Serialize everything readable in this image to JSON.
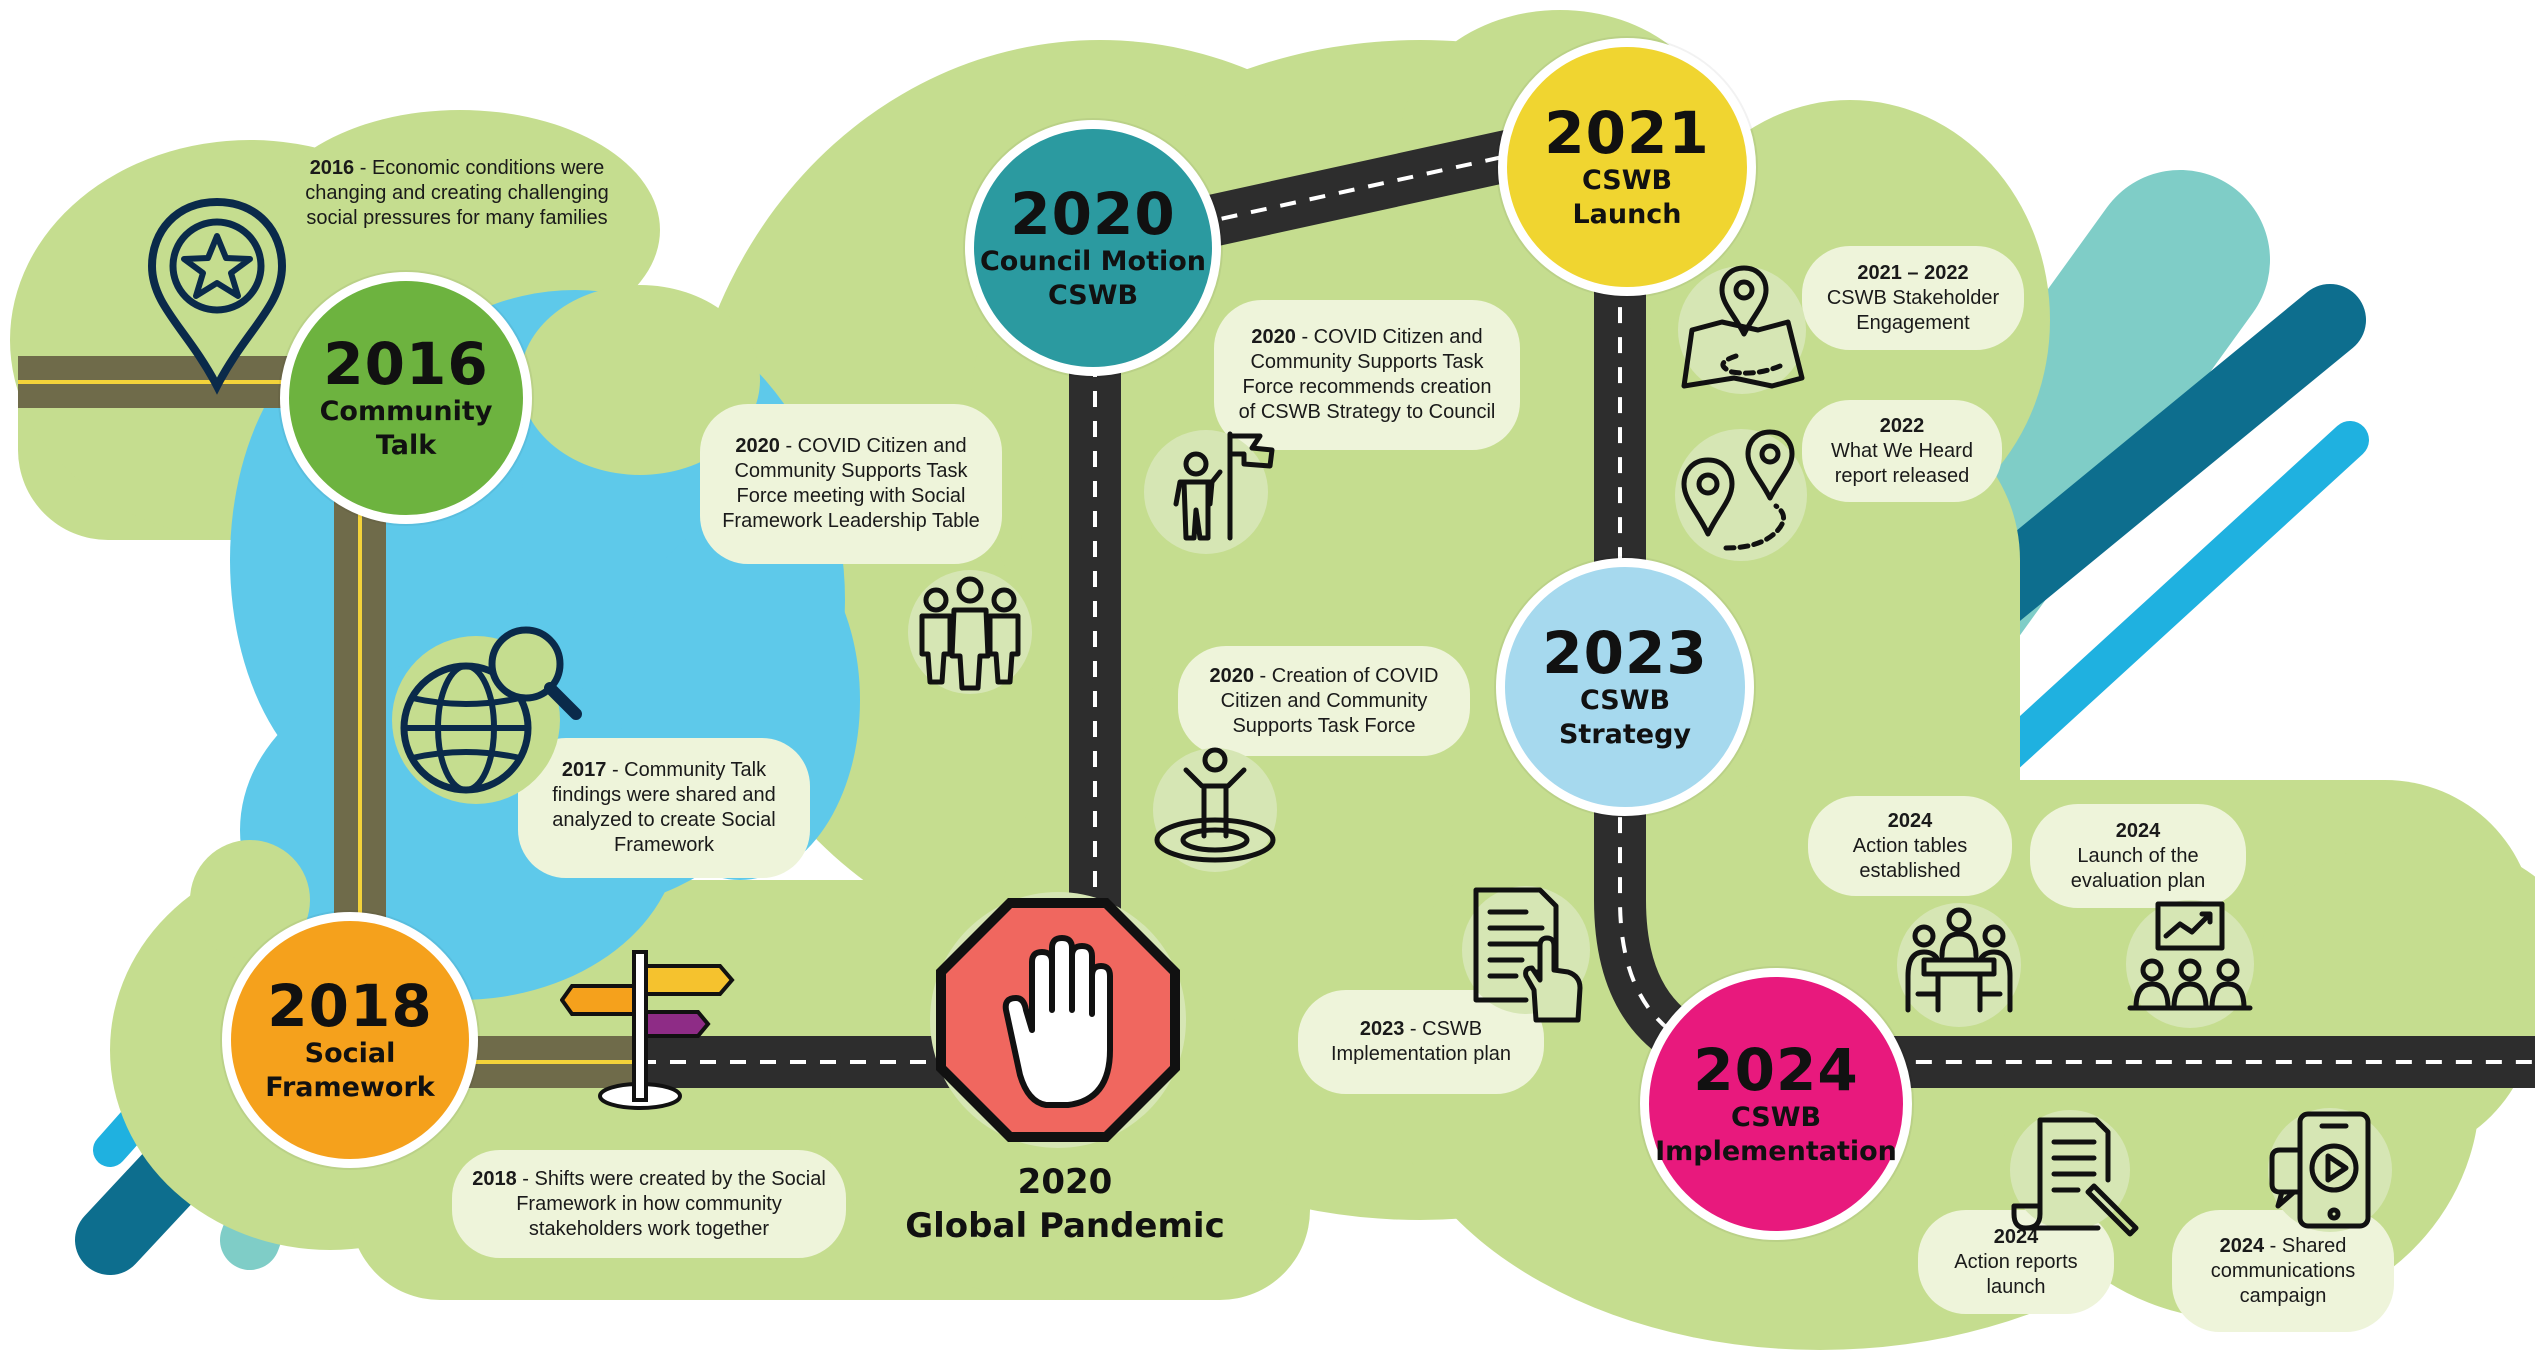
{
  "colors": {
    "background": "#ffffff",
    "land": "#c5dd8f",
    "water": "#5ec9ea",
    "dirt_road": "#6f6b4a",
    "paved_road": "#2d2d2d",
    "callout": "#eef4da",
    "stripe_dark": "#0d6e8e",
    "stripe_light": "#1fb1e0",
    "stripe_teal": "#7fcdc7"
  },
  "milestones": {
    "m2016": {
      "year": "2016",
      "line1": "Community",
      "line2": "Talk",
      "color": "#6db33f"
    },
    "m2018": {
      "year": "2018",
      "line1": "Social",
      "line2": "Framework",
      "color": "#f5a11c"
    },
    "m2020": {
      "year": "2020",
      "line1": "Council Motion",
      "line2": "CSWB",
      "color": "#2b9aa0"
    },
    "m2021": {
      "year": "2021",
      "line1": "CSWB",
      "line2": "Launch",
      "color": "#f0d530"
    },
    "m2023": {
      "year": "2023",
      "line1": "CSWB",
      "line2": "Strategy",
      "color": "#a6d9ee"
    },
    "m2024": {
      "year": "2024",
      "line1": "CSWB",
      "line2": "Implementation",
      "color": "#e8197d"
    }
  },
  "pandemic": {
    "year": "2020",
    "label": "Global Pandemic",
    "stop_color": "#f0675f"
  },
  "callouts": {
    "c2016": {
      "year": "2016",
      "text": "- Economic conditions were changing and creating challenging social pressures for many families"
    },
    "c2017": {
      "year": "2017",
      "text": "- Community Talk findings were shared and analyzed to create Social Framework"
    },
    "c2018": {
      "year": "2018",
      "text": "- Shifts were created by the Social Framework in how community stakeholders work together"
    },
    "c2020a": {
      "year": "2020",
      "text": "- COVID Citizen and Community Supports Task Force meeting with Social Framework Leadership Table"
    },
    "c2020b": {
      "year": "2020",
      "text": "- COVID Citizen and Community Supports Task Force recommends creation of CSWB Strategy to Council"
    },
    "c2020c": {
      "year": "2020",
      "text": "- Creation of COVID Citizen and Community Supports Task Force"
    },
    "c2122": {
      "year": "2021 – 2022",
      "text": "CSWB Stakeholder Engagement"
    },
    "c2022": {
      "year": "2022",
      "text": "What We Heard report released"
    },
    "c2023": {
      "year": "2023",
      "text": "- CSWB Implementation plan"
    },
    "c2024a": {
      "year": "2024",
      "text": "Action tables established"
    },
    "c2024b": {
      "year": "2024",
      "text": "Launch of the evaluation plan"
    },
    "c2024c": {
      "year": "2024",
      "text": "Action reports launch"
    },
    "c2024d": {
      "year": "2024",
      "text": "- Shared communications campaign"
    }
  },
  "icons": [
    "star-pin-icon",
    "globe-search-icon",
    "signpost-icon",
    "group-icon",
    "person-flag-icon",
    "person-target-icon",
    "stop-hand-icon",
    "map-route-icon",
    "two-pins-icon",
    "document-hand-icon",
    "meeting-table-icon",
    "presentation-icon",
    "document-pen-icon",
    "tablet-video-icon"
  ]
}
